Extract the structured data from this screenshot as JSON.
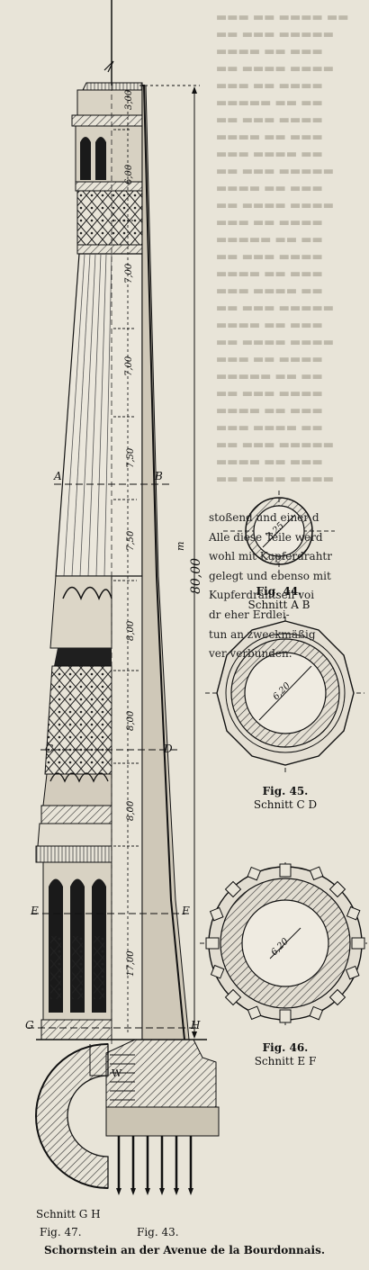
{
  "figure": {
    "caption": "Schornstein an der Avenue de la Bourdonnais.",
    "total_height_label": "80,00",
    "total_height_unit": "m",
    "segments": [
      "3,00",
      "6,00",
      "7,00",
      "7,00",
      "7,50",
      "7,50",
      "8,00",
      "8,00",
      "8,00",
      "17,00"
    ],
    "section_marks": {
      "a": "A",
      "b": "B",
      "c": "C",
      "d": "D",
      "e": "E",
      "f": "F",
      "g": "G",
      "h": "H",
      "w": "W"
    },
    "fig43_label": "Fig. 43.",
    "fig47_label": "Fig. 47.",
    "fig47_title": "Schnitt G H"
  },
  "sections": [
    {
      "fig": "Fig. 44.",
      "title": "Schnitt A B",
      "diameter": "3,25"
    },
    {
      "fig": "Fig. 45.",
      "title": "Schnitt C D",
      "diameter": "6,20"
    },
    {
      "fig": "Fig. 46.",
      "title": "Schnitt E F",
      "diameter": "6,20"
    }
  ],
  "body_text_lines": [
    "stoßend und einer d",
    "Alle diese Teile werd",
    "wohl mit Kupferdrahtr",
    "gelegt und ebenso mit",
    "Kupferdrahtseil voi",
    "dr    eher Erdlei-",
    "tun    an zweckmäßig",
    "ver       verbunden."
  ]
}
